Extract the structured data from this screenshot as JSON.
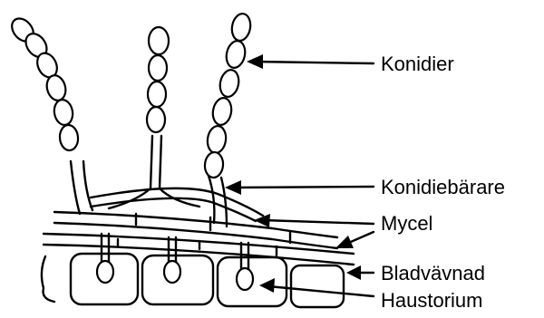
{
  "labels": {
    "konidier": "Konidier",
    "konidiebarare": "Konidiebärare",
    "mycel": "Mycel",
    "bladvavnad": "Bladvävnad",
    "haustorium": "Haustorium"
  },
  "colors": {
    "ink": "#000000",
    "background": "#ffffff"
  }
}
